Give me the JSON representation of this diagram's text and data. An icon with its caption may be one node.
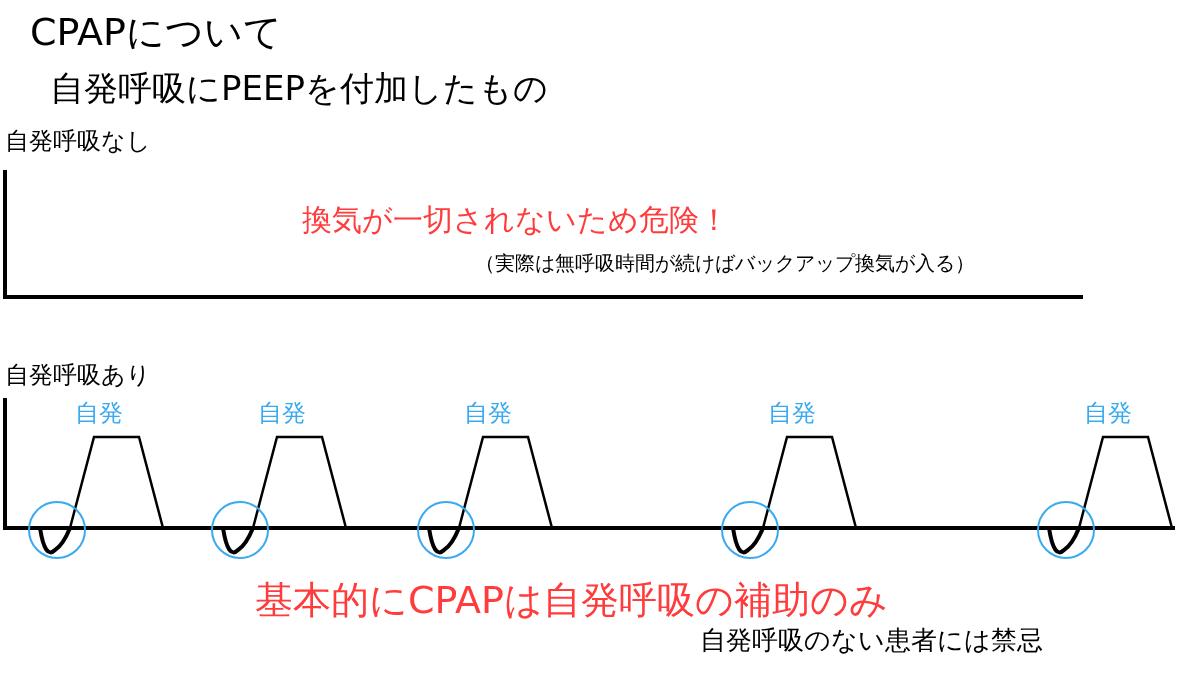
{
  "diagram": {
    "title": "CPAPについて",
    "labels": [
      "自発呼吸にPEEPを付加したもの",
      "自発呼吸なし",
      "換気が一切されないため危険！",
      "（実際は無呼吸時間が続けばバックアップ換気が入る）",
      "自発呼吸あり",
      "自発",
      "自発",
      "自発",
      "自発",
      "自発",
      "基本的にCPAPは自発呼吸の補助のみ",
      "自発呼吸のない患者には禁忌"
    ]
  }
}
